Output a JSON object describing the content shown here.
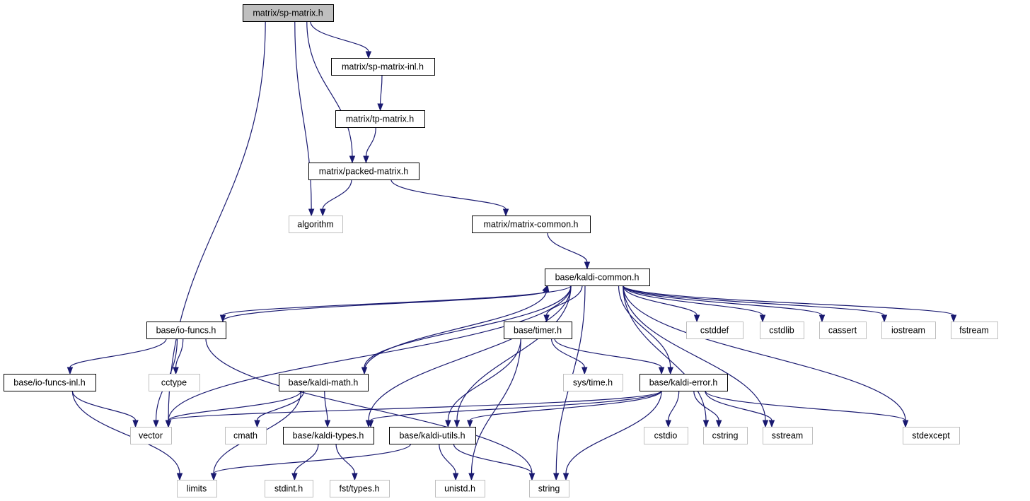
{
  "colors": {
    "edge": "#191970",
    "root_fill": "#bfbfbf",
    "local_border": "#000000",
    "system_border": "#bfbfbf"
  },
  "nodes": [
    {
      "id": "sp_matrix",
      "label": "matrix/sp-matrix.h",
      "kind": "root"
    },
    {
      "id": "sp_matrix_inl",
      "label": "matrix/sp-matrix-inl.h",
      "kind": "local"
    },
    {
      "id": "tp_matrix",
      "label": "matrix/tp-matrix.h",
      "kind": "local"
    },
    {
      "id": "packed_matrix",
      "label": "matrix/packed-matrix.h",
      "kind": "local"
    },
    {
      "id": "algorithm",
      "label": "algorithm",
      "kind": "system"
    },
    {
      "id": "matrix_common",
      "label": "matrix/matrix-common.h",
      "kind": "local"
    },
    {
      "id": "kaldi_common",
      "label": "base/kaldi-common.h",
      "kind": "local"
    },
    {
      "id": "io_funcs",
      "label": "base/io-funcs.h",
      "kind": "local"
    },
    {
      "id": "timer",
      "label": "base/timer.h",
      "kind": "local"
    },
    {
      "id": "cstddef",
      "label": "cstddef",
      "kind": "system"
    },
    {
      "id": "cstdlib",
      "label": "cstdlib",
      "kind": "system"
    },
    {
      "id": "cassert",
      "label": "cassert",
      "kind": "system"
    },
    {
      "id": "iostream",
      "label": "iostream",
      "kind": "system"
    },
    {
      "id": "fstream",
      "label": "fstream",
      "kind": "system"
    },
    {
      "id": "cctype",
      "label": "cctype",
      "kind": "system"
    },
    {
      "id": "io_funcs_inl",
      "label": "base/io-funcs-inl.h",
      "kind": "local"
    },
    {
      "id": "kaldi_math",
      "label": "base/kaldi-math.h",
      "kind": "local"
    },
    {
      "id": "sys_time",
      "label": "sys/time.h",
      "kind": "system"
    },
    {
      "id": "kaldi_error",
      "label": "base/kaldi-error.h",
      "kind": "local"
    },
    {
      "id": "vector",
      "label": "vector",
      "kind": "system"
    },
    {
      "id": "cmath",
      "label": "cmath",
      "kind": "system"
    },
    {
      "id": "kaldi_types",
      "label": "base/kaldi-types.h",
      "kind": "local"
    },
    {
      "id": "kaldi_utils",
      "label": "base/kaldi-utils.h",
      "kind": "local"
    },
    {
      "id": "cstdio",
      "label": "cstdio",
      "kind": "system"
    },
    {
      "id": "cstring",
      "label": "cstring",
      "kind": "system"
    },
    {
      "id": "sstream",
      "label": "sstream",
      "kind": "system"
    },
    {
      "id": "stdexcept",
      "label": "stdexcept",
      "kind": "system"
    },
    {
      "id": "limits",
      "label": "limits",
      "kind": "system"
    },
    {
      "id": "stdint",
      "label": "stdint.h",
      "kind": "system"
    },
    {
      "id": "fst_types",
      "label": "fst/types.h",
      "kind": "system"
    },
    {
      "id": "unistd",
      "label": "unistd.h",
      "kind": "system"
    },
    {
      "id": "string",
      "label": "string",
      "kind": "system"
    }
  ],
  "edges": [
    {
      "from": "sp_matrix",
      "to": "sp_matrix_inl"
    },
    {
      "from": "sp_matrix",
      "to": "packed_matrix"
    },
    {
      "from": "sp_matrix",
      "to": "algorithm"
    },
    {
      "from": "sp_matrix",
      "to": "vector"
    },
    {
      "from": "sp_matrix_inl",
      "to": "tp_matrix"
    },
    {
      "from": "tp_matrix",
      "to": "packed_matrix"
    },
    {
      "from": "packed_matrix",
      "to": "algorithm"
    },
    {
      "from": "packed_matrix",
      "to": "matrix_common"
    },
    {
      "from": "matrix_common",
      "to": "kaldi_common"
    },
    {
      "from": "kaldi_common",
      "to": "io_funcs"
    },
    {
      "from": "io_funcs",
      "to": "kaldi_common"
    },
    {
      "from": "kaldi_common",
      "to": "kaldi_math"
    },
    {
      "from": "kaldi_math",
      "to": "kaldi_common"
    },
    {
      "from": "kaldi_common",
      "to": "vector"
    },
    {
      "from": "kaldi_common",
      "to": "kaldi_types"
    },
    {
      "from": "kaldi_common",
      "to": "kaldi_utils"
    },
    {
      "from": "kaldi_common",
      "to": "timer"
    },
    {
      "from": "kaldi_common",
      "to": "kaldi_error"
    },
    {
      "from": "kaldi_common",
      "to": "cstring"
    },
    {
      "from": "kaldi_common",
      "to": "sstream"
    },
    {
      "from": "kaldi_common",
      "to": "cstddef"
    },
    {
      "from": "kaldi_common",
      "to": "cstdlib"
    },
    {
      "from": "kaldi_common",
      "to": "cassert"
    },
    {
      "from": "kaldi_common",
      "to": "iostream"
    },
    {
      "from": "kaldi_common",
      "to": "fstream"
    },
    {
      "from": "kaldi_common",
      "to": "stdexcept"
    },
    {
      "from": "kaldi_common",
      "to": "string"
    },
    {
      "from": "io_funcs",
      "to": "io_funcs_inl"
    },
    {
      "from": "io_funcs",
      "to": "cctype"
    },
    {
      "from": "io_funcs",
      "to": "vector"
    },
    {
      "from": "io_funcs",
      "to": "string"
    },
    {
      "from": "io_funcs_inl",
      "to": "vector"
    },
    {
      "from": "io_funcs_inl",
      "to": "limits"
    },
    {
      "from": "kaldi_math",
      "to": "vector"
    },
    {
      "from": "kaldi_math",
      "to": "cmath"
    },
    {
      "from": "kaldi_math",
      "to": "kaldi_types"
    },
    {
      "from": "kaldi_math",
      "to": "limits"
    },
    {
      "from": "timer",
      "to": "sys_time"
    },
    {
      "from": "timer",
      "to": "kaldi_error"
    },
    {
      "from": "timer",
      "to": "kaldi_utils"
    },
    {
      "from": "timer",
      "to": "unistd"
    },
    {
      "from": "kaldi_error",
      "to": "vector"
    },
    {
      "from": "kaldi_error",
      "to": "kaldi_types"
    },
    {
      "from": "kaldi_error",
      "to": "kaldi_utils"
    },
    {
      "from": "kaldi_error",
      "to": "cstdio"
    },
    {
      "from": "kaldi_error",
      "to": "cstring"
    },
    {
      "from": "kaldi_error",
      "to": "sstream"
    },
    {
      "from": "kaldi_error",
      "to": "stdexcept"
    },
    {
      "from": "kaldi_error",
      "to": "string"
    },
    {
      "from": "kaldi_types",
      "to": "stdint"
    },
    {
      "from": "kaldi_types",
      "to": "fst_types"
    },
    {
      "from": "kaldi_utils",
      "to": "limits"
    },
    {
      "from": "kaldi_utils",
      "to": "unistd"
    },
    {
      "from": "kaldi_utils",
      "to": "string"
    }
  ]
}
